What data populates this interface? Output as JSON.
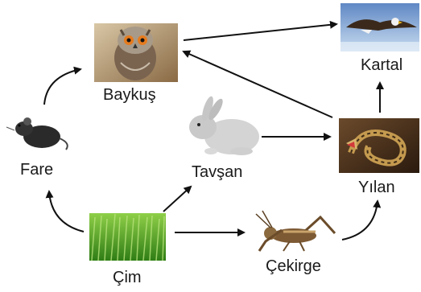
{
  "nodes": {
    "owl": {
      "label": "Baykuş"
    },
    "eagle": {
      "label": "Kartal"
    },
    "mouse": {
      "label": "Fare"
    },
    "rabbit": {
      "label": "Tavşan"
    },
    "snake": {
      "label": "Yılan"
    },
    "grass": {
      "label": "Çim"
    },
    "grasshopper": {
      "label": "Çekirge"
    }
  },
  "edges": [
    {
      "from": "Çim",
      "to": "Fare"
    },
    {
      "from": "Çim",
      "to": "Tavşan"
    },
    {
      "from": "Çim",
      "to": "Çekirge"
    },
    {
      "from": "Fare",
      "to": "Baykuş"
    },
    {
      "from": "Tavşan",
      "to": "Yılan"
    },
    {
      "from": "Çekirge",
      "to": "Yılan"
    },
    {
      "from": "Yılan",
      "to": "Baykuş"
    },
    {
      "from": "Yılan",
      "to": "Kartal"
    },
    {
      "from": "Baykuş",
      "to": "Kartal"
    }
  ]
}
